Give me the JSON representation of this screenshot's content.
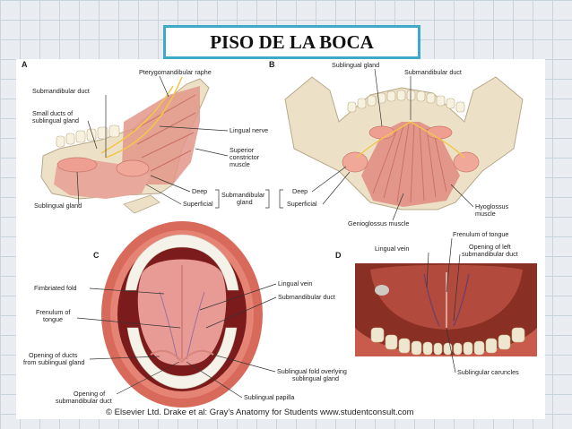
{
  "title": "PISO DE LA BOCA",
  "panels": {
    "A": {
      "letter": "A",
      "labels": {
        "pterygomandibular_raphe": "Pterygomandibular raphe",
        "submandibular_duct": "Submandibular duct",
        "small_ducts_line1": "Small ducts of",
        "small_ducts_line2": "sublingual gland",
        "lingual_nerve": "Lingual nerve",
        "superior_line1": "Superior",
        "superior_line2": "constrictor",
        "superior_line3": "muscle",
        "sublingual_gland": "Sublingual gland",
        "deep": "Deep",
        "superficial": "Superficial",
        "submandibular_gland_line1": "Submandibular",
        "submandibular_gland_line2": "gland"
      }
    },
    "B": {
      "letter": "B",
      "labels": {
        "sublingual_gland": "Sublingual gland",
        "submandibular_duct": "Submandibular duct",
        "deep": "Deep",
        "superficial": "Superficial",
        "hyoglossus_line1": "Hyoglossus",
        "hyoglossus_line2": "muscle",
        "genioglossus": "Genioglossus muscle"
      }
    },
    "C": {
      "letter": "C",
      "labels": {
        "fimbriated_fold": "Fimbriated fold",
        "frenulum_line1": "Frenulum of",
        "frenulum_line2": "tongue",
        "opening_ducts_line1": "Opening of ducts",
        "opening_ducts_line2": "from sublingual gland",
        "opening_sub_line1": "Opening of",
        "opening_sub_line2": "submandibular duct",
        "lingual_vein": "Lingual vein",
        "submandibular_duct": "Submandibular duct",
        "sublingual_fold_line1": "Sublingual fold overlying",
        "sublingual_fold_line2": "sublingual gland",
        "sublingual_papilla": "Sublingual papilla"
      }
    },
    "D": {
      "letter": "D",
      "labels": {
        "frenulum": "Frenulum of tongue",
        "lingual_vein": "Lingual vein",
        "opening_left_line1": "Opening of left",
        "opening_left_line2": "submandibular duct",
        "sublingual_caruncles": "Sublingular caruncles"
      }
    }
  },
  "copyright": "© Elsevier Ltd. Drake et al: Gray's Anatomy for Students www.studentconsult.com",
  "colors": {
    "title_border": "#3fa9c9",
    "bone": "#ece1c6",
    "muscle": "#e3968a",
    "gland": "#ef9f92",
    "nerve": "#f2c64a",
    "lips": "#d86a5c",
    "tongue": "#e89a95",
    "mouth_dark": "#7c1b1b"
  }
}
